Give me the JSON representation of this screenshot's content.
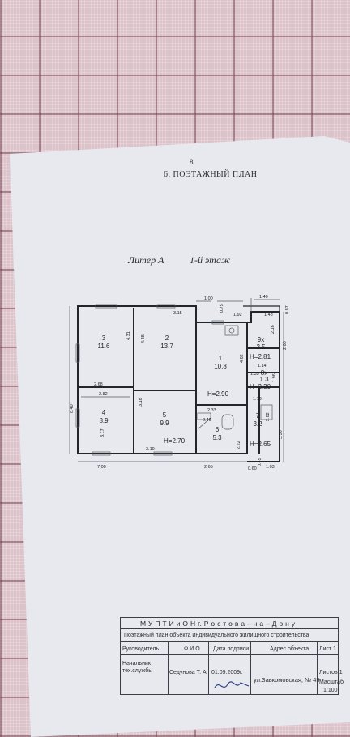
{
  "header": {
    "page_number": "8",
    "section_title": "6.   ПОЭТАЖНЫЙ ПЛАН",
    "litera_label": "Литер   А",
    "floor_label": "1-й  этаж"
  },
  "rooms": [
    {
      "no": "3",
      "area": "11.6"
    },
    {
      "no": "2",
      "area": "13.7"
    },
    {
      "no": "1",
      "area": "10.8"
    },
    {
      "no": "9х",
      "area": "2.5"
    },
    {
      "no": "8х",
      "area": "1.3"
    },
    {
      "no": "4",
      "area": "8.9"
    },
    {
      "no": "5",
      "area": "9.9"
    },
    {
      "no": "6",
      "area": "5.3"
    },
    {
      "no": "7",
      "area": "3.2"
    }
  ],
  "heights": [
    "H=2.90",
    "H=2.70",
    "H=2.81",
    "H=2.30",
    "H=2.65"
  ],
  "dimensions": [
    "1.00",
    "1.40",
    "0.75",
    "1.92",
    "1.48",
    "0.87",
    "3.15",
    "4.31",
    "4.38",
    "2.16",
    "2.60",
    "4.82",
    "1.14",
    "1.35",
    "1.96",
    "2.68",
    "2.82",
    "1.13",
    "8.40",
    "3.18",
    "3.17",
    "2.33",
    "2.40",
    "3.50",
    "2.82",
    "2.22",
    "3.10",
    "7.00",
    "2.65",
    "0.60",
    "1.03",
    "0.45"
  ],
  "stamp": {
    "org": "М У П Т И и О Н   г.  Р о с т о в а – н а – Д о н у",
    "doc_title": "Поэтажный  план объекта индивидуального жилищного строительства",
    "col_role": "Руководитель",
    "col_name": "Ф.И.О",
    "col_date": "Дата подписи",
    "col_address": "Адрес объекта",
    "col_sheet": "Лист 1",
    "role2": "Начальник тех.службы",
    "name2": "Седунова Т. А.",
    "date2": "01.09.2009г.",
    "address": "ул.Завкомовская, № 49",
    "sheets": "Листов 1",
    "scale_label": "Масштаб",
    "scale": "1:100"
  }
}
